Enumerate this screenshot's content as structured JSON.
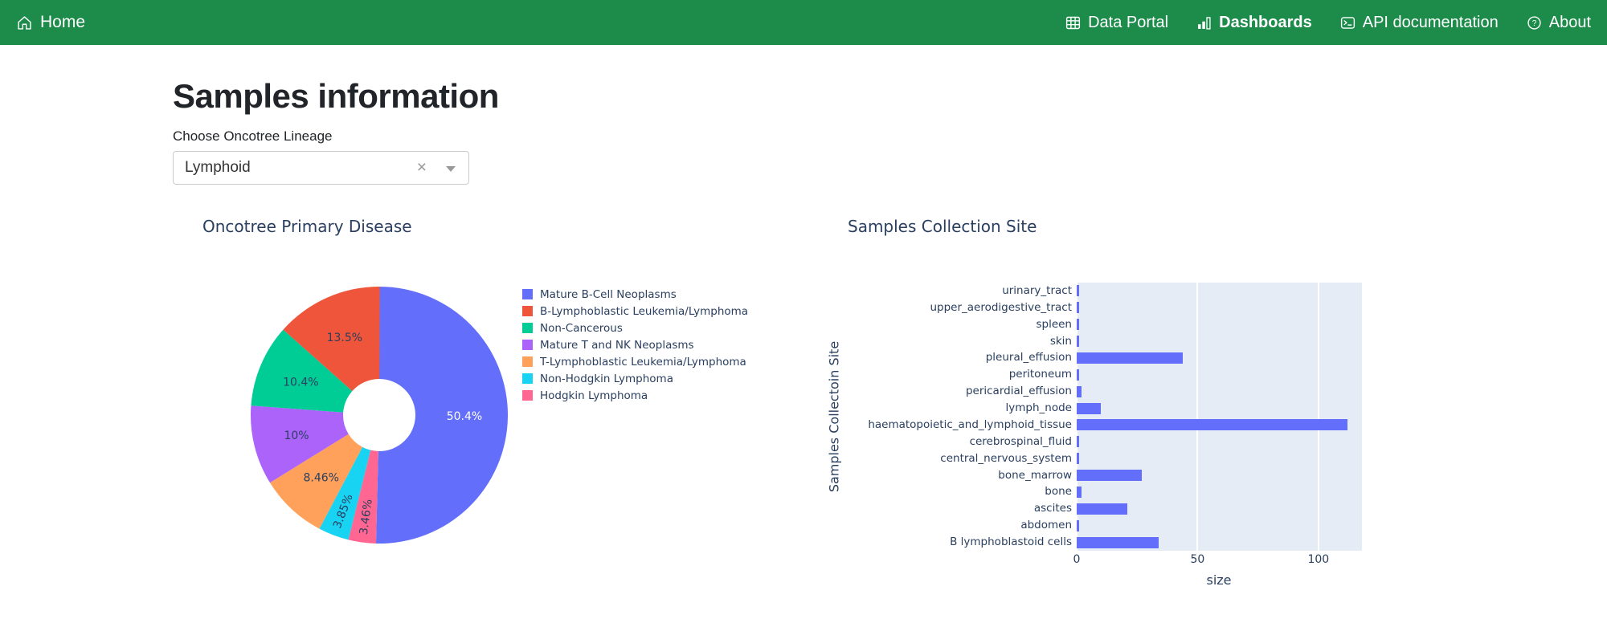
{
  "navbar": {
    "background": "#1d8c4b",
    "brand": {
      "label": "Home",
      "icon": "home-icon"
    },
    "items": [
      {
        "id": "data-portal",
        "label": "Data Portal",
        "icon": "table-icon",
        "active": false
      },
      {
        "id": "dashboards",
        "label": "Dashboards",
        "icon": "bar-chart-icon",
        "active": true
      },
      {
        "id": "api-documentation",
        "label": "API documentation",
        "icon": "terminal-icon",
        "active": false
      },
      {
        "id": "about",
        "label": "About",
        "icon": "question-circle-icon",
        "active": false
      }
    ]
  },
  "page": {
    "title": "Samples information",
    "filter": {
      "label": "Choose Oncotree Lineage",
      "selected_value": "Lymphoid",
      "clear_icon": "×"
    }
  },
  "chart_data": [
    {
      "type": "pie",
      "title": "Oncotree Primary Disease",
      "hole_ratio": 0.28,
      "legend_position": "right",
      "labels": [
        "Mature B-Cell Neoplasms",
        "B-Lymphoblastic Leukemia/Lymphoma",
        "Non-Cancerous",
        "Mature T and NK Neoplasms",
        "T-Lymphoblastic Leukemia/Lymphoma",
        "Non-Hodgkin Lymphoma",
        "Hodgkin Lymphoma"
      ],
      "values_pct": [
        50.4,
        13.5,
        10.4,
        10,
        8.46,
        3.85,
        3.46
      ],
      "value_labels": [
        "50.4%",
        "13.5%",
        "10.4%",
        "10%",
        "8.46%",
        "3.85%",
        "3.46%"
      ],
      "colors": [
        "#636efa",
        "#ef553b",
        "#00cc96",
        "#ab63fa",
        "#ffa15a",
        "#19d3f3",
        "#ff6692"
      ],
      "label_text_colors": [
        "#ffffff",
        "#2a3f5f",
        "#2a3f5f",
        "#2a3f5f",
        "#2a3f5f",
        "#2a3f5f",
        "#2a3f5f"
      ],
      "clockwise_slice_order": [
        0,
        6,
        5,
        4,
        3,
        2,
        1
      ]
    },
    {
      "type": "bar",
      "orientation": "horizontal",
      "title": "Samples Collection Site",
      "xlabel": "size",
      "ylabel": "Samples Collectoin Site",
      "categories": [
        "urinary_tract",
        "upper_aerodigestive_tract",
        "spleen",
        "skin",
        "pleural_effusion",
        "peritoneum",
        "pericardial_effusion",
        "lymph_node",
        "haematopoietic_and_lymphoid_tissue",
        "cerebrospinal_fluid",
        "central_nervous_system",
        "bone_marrow",
        "bone",
        "ascites",
        "abdomen",
        "B lymphoblastoid cells"
      ],
      "values": [
        1,
        1,
        1,
        1,
        44,
        1,
        2,
        10,
        112,
        1,
        1,
        27,
        2,
        21,
        1,
        34
      ],
      "xticks": [
        0,
        50,
        100
      ],
      "xlim": [
        0,
        118
      ],
      "grid": true,
      "bar_color": "#636efa",
      "plot_bg": "#e5ecf6",
      "grid_color": "#ffffff",
      "axis_text_color": "#2a3f5f"
    }
  ]
}
